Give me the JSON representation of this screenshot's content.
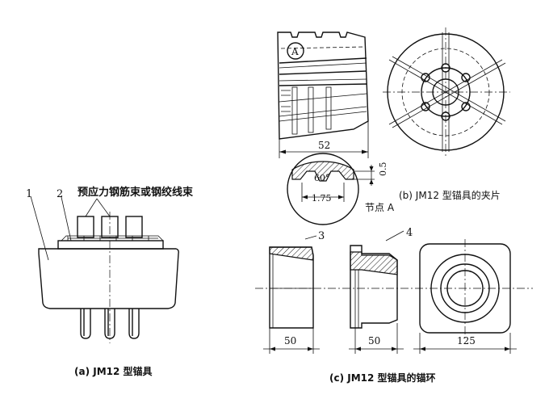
{
  "labels": {
    "cable_label": "预应力钢筋束或钢绞线束",
    "part_1": "1",
    "part_2": "2",
    "part_3": "3",
    "part_4": "4",
    "detail_marker": "A",
    "angle": "60°",
    "dim_0_5": "0.5",
    "dim_1_75": "1.75",
    "node_label": "节点 A",
    "dim_52": "52",
    "dim_50_left": "50",
    "dim_50_right": "50",
    "dim_125": "125"
  },
  "captions": {
    "a": "(a) JM12 型锚具",
    "b": "(b) JM12 型锚具的夹片",
    "c": "(c) JM12 型锚具的锚环"
  }
}
